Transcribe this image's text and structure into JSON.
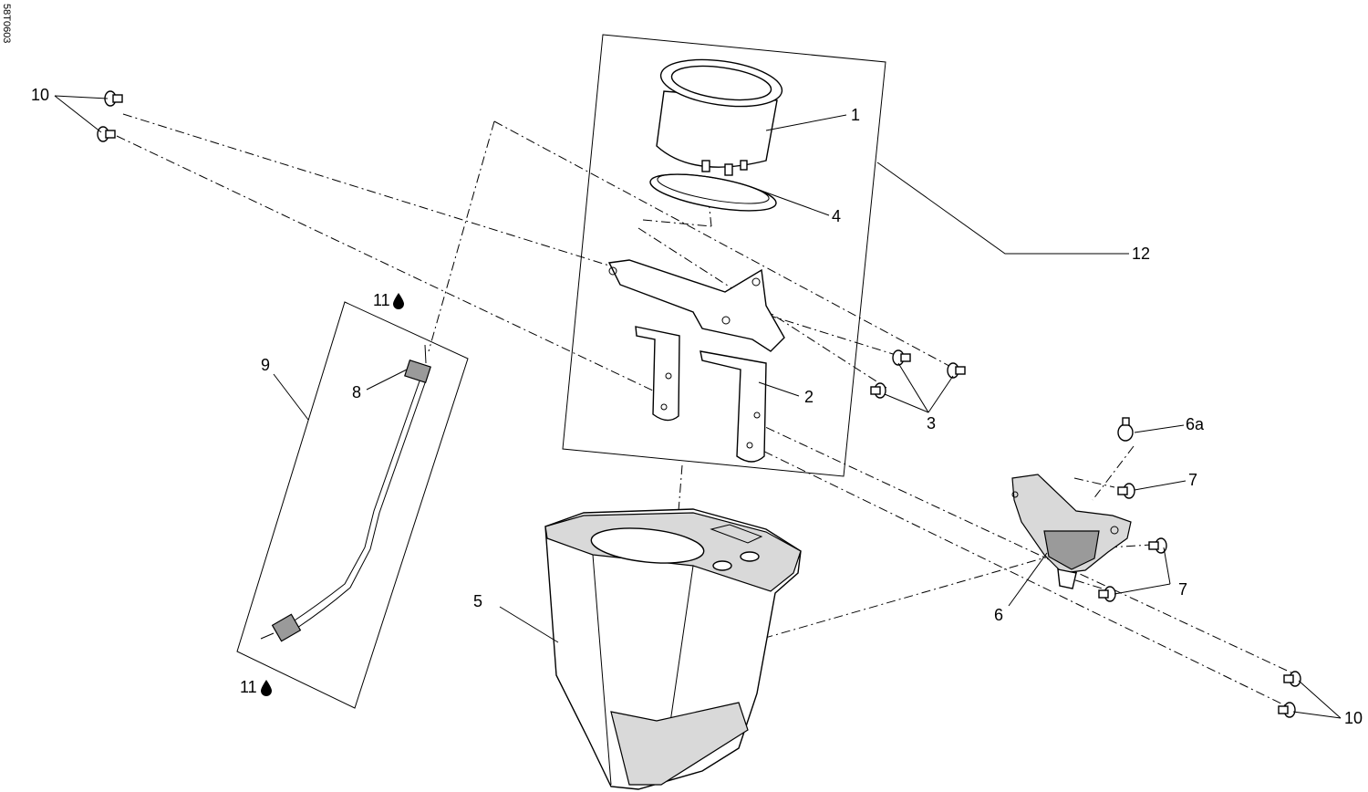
{
  "drawing_ref": "58T0603",
  "callouts": {
    "c1": "1",
    "c2": "2",
    "c3": "3",
    "c4": "4",
    "c5": "5",
    "c6": "6",
    "c6a": "6a",
    "c7a": "7",
    "c7b": "7",
    "c8": "8",
    "c9": "9",
    "c10a": "10",
    "c10b": "10",
    "c11a": "11",
    "c11b": "11",
    "c12": "12"
  },
  "colors": {
    "line": "#000000",
    "background": "#ffffff",
    "shade": "#d9d9d9"
  },
  "icons": {
    "lubricant": "oil-drop-icon"
  }
}
